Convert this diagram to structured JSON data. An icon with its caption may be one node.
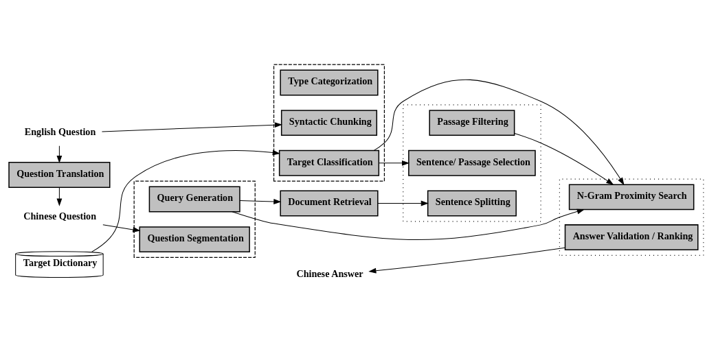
{
  "diagram": {
    "nodes": [
      {
        "text": [
          "Chinese Question"
        ]
      },
      {
        "text": [
          "Question Translation"
        ]
      },
      {
        "text": [
          "English Question"
        ]
      },
      {
        "text": [
          "Target Dictionary"
        ]
      },
      {
        "text": [],
        "shape": "box"
      },
      {
        "text": [
          "Question Segmentation"
        ],
        "in": 4
      },
      {
        "text": [
          "Query Generation"
        ],
        "in": 4
      },
      {
        "text": [],
        "shape": "box"
      },
      {
        "text": [
          "Syntactic Chunking"
        ],
        "in": 7
      },
      {
        "text": [
          "Type Categorization"
        ],
        "in": 7
      },
      {
        "text": [
          "Target Classification"
        ],
        "in": 7
      },
      {
        "text": [
          "Document Retrieval"
        ]
      },
      {
        "text": [],
        "shape": "box"
      },
      {
        "text": [
          "Sentence Splitting"
        ],
        "in": 12
      },
      {
        "text": [
          "Sentence/ Passage Selection"
        ],
        "in": 12
      },
      {
        "text": [
          "Passage Filtering"
        ],
        "in": 12
      },
      {
        "text": [],
        "shape": "box"
      },
      {
        "text": [
          "N-Gram Proximity Search"
        ],
        "in": 16
      },
      {
        "text": [
          "Answer Validation / Ranking"
        ],
        "in": 16
      },
      {
        "text": [
          "Chinese Answer"
        ]
      }
    ],
    "edges": [
      {
        "from": 2,
        "to": 1,
        "arrow": "to"
      },
      {
        "from": 1,
        "to": 0,
        "arrow": "to"
      },
      {
        "from": 0,
        "to": 5,
        "arrow": "to"
      },
      {
        "from": 2,
        "to": 8,
        "arrow": "to"
      },
      {
        "from": 3,
        "to": 10,
        "arrow": "to"
      },
      {
        "from": 6,
        "to": 11,
        "arrow": "to"
      },
      {
        "from": 6,
        "to": 17,
        "arrow": "to"
      },
      {
        "from": 10,
        "to": 14,
        "arrow": "to"
      },
      {
        "from": 10,
        "to": 17,
        "arrow": "to"
      },
      {
        "from": 11,
        "to": 13,
        "arrow": "to"
      },
      {
        "from": 15,
        "to": 17,
        "arrow": "to"
      },
      {
        "from": 18,
        "to": 19,
        "arrow": "to"
      }
    ]
  }
}
